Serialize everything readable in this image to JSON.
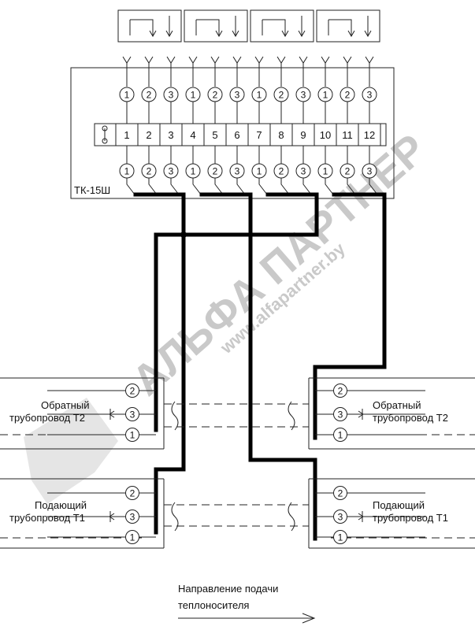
{
  "terminal_block": {
    "label": "ТК-15Ш",
    "terminals": [
      "1",
      "2",
      "3",
      "4",
      "5",
      "6",
      "7",
      "8",
      "9",
      "10",
      "11",
      "12"
    ],
    "pin_numbers": [
      "1",
      "2",
      "3",
      "1",
      "2",
      "3",
      "1",
      "2",
      "3",
      "1",
      "2",
      "3"
    ]
  },
  "pipes": {
    "return_left": {
      "line1": "Обратный",
      "line2": "трубопровод Т2"
    },
    "return_right": {
      "line1": "Обратный",
      "line2": "трубопровод Т2"
    },
    "supply_left": {
      "line1": "Подающий",
      "line2": "трубопровод Т1"
    },
    "supply_right": {
      "line1": "Подающий",
      "line2": "трубопровод Т1"
    },
    "sensor_pins": [
      "2",
      "3",
      "1"
    ]
  },
  "flow_direction": {
    "line1": "Направление подачи",
    "line2": "теплоносителя"
  },
  "watermark": {
    "brand": "АЛЬФА ПАРТНЕР",
    "url": "www.alfapartner.by"
  }
}
